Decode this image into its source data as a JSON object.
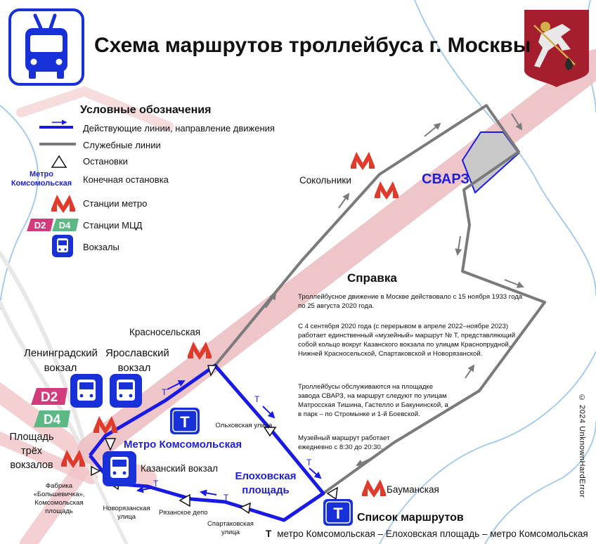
{
  "title": "Схема маршрутов троллейбуса г. Москвы",
  "icons": {
    "trolleybus": "trolleybus-icon",
    "emblem": "moscow-coat-of-arms-icon",
    "metro": "metro-m-icon",
    "station": "railway-station-icon"
  },
  "colors": {
    "active_line": "#1a1ae6",
    "service_line": "#7a7a7a",
    "metro_red": "#e03a2a",
    "d2_pink": "#d23b7c",
    "d4_green": "#5cb884",
    "blue_badge": "#1730d8",
    "depot_gray": "#c8c8c8"
  },
  "legend": {
    "title": "Условные обозначения",
    "active_lines": "Действующие линии, направление движения",
    "service_lines": "Служебные линии",
    "stops": "Остановки",
    "terminal_example": "Метро Комсомольская",
    "terminal": "Конечная остановка",
    "metro_stations": "Станции метро",
    "mcd_d2": "D2",
    "mcd_d4": "D4",
    "mcd_stations": "Станции МЦД",
    "rail_stations": "Вокзалы"
  },
  "info": {
    "title": "Справка",
    "p1": "Троллейбусное движение в Москве действовало с 15 ноября 1933 года по 25 августа 2020 года.",
    "p2": "С 4 сентября 2020 года (с перерывом в апреле 2022–ноябре 2023) работает единственный «музейный» маршрут № Т, представляющий собой кольцо вокруг Казанского вокзала по улицам Краснопрудной, Нижней Красносельской, Спартаковской и Новорязанской.",
    "p3": "Троллейбусы обслуживаются на площадке завода СВАРЗ, на маршрут следуют по улицам Матросская Тишина, Гастелло и Бакунинской, а в парк – по Стромынке и 1-й Боевской.",
    "p4": "Музейный маршрут работает ежедневно с 8:30 до 20:30."
  },
  "places": {
    "sokolniki": "Сокольники",
    "svarz": "СВАРЗ",
    "krasnoselskaya": "Красносельская",
    "leningradsky": "Ленинградский вокзал",
    "yaroslavsky": "Ярославский вокзал",
    "kazansky": "Казанский вокзал",
    "ploshchad": "Площадь трёх вокзалов",
    "baumanskaya": "Бауманская",
    "d2": "D2",
    "d4": "D4",
    "route_badge": "Т",
    "metro_komsomolskaya": "Метро Комсомольская",
    "elokhovskaya": "Елоховская площадь"
  },
  "stops": {
    "olkhovskaya": "Ольховская улица",
    "fabrika": "Фабрика «Большевичка», Комсомольская площадь",
    "novoryazanskaya": "Новорязанская улица",
    "ryazanskoe": "Рязанское депо",
    "spartakovskaya": "Спартаковская улица"
  },
  "arrow_label": "Т",
  "routes": {
    "title": "Список маршрутов",
    "list": [
      {
        "id": "Т",
        "path": "метро Комсомольская – Елоховская площадь – метро Комсомольская"
      }
    ]
  },
  "copyright": "© 2024 UnknownHardError"
}
